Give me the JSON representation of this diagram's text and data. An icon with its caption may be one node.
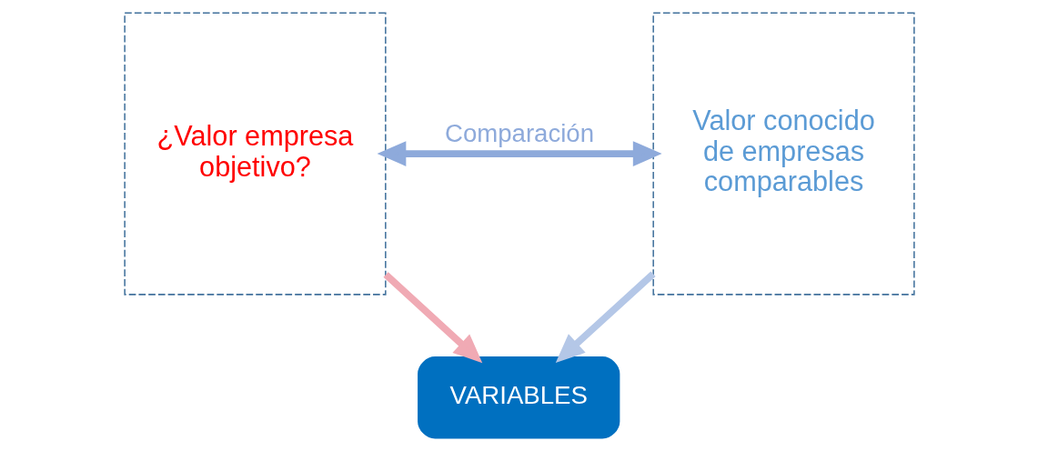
{
  "diagram": {
    "nodes": [
      {
        "text": [
          "¿Valor empresa objetivo?"
        ]
      },
      {
        "text": [
          "Valor conocido de empresas comparables"
        ]
      },
      {
        "text": [
          "VARIABLES"
        ]
      }
    ],
    "edges": [
      {
        "from": 0,
        "to": 1,
        "arrow": "both",
        "label": "Comparación",
        "color": "#8eaadb"
      },
      {
        "from": 0,
        "to": 2,
        "arrow": "to",
        "color": "#f0aab4"
      },
      {
        "from": 1,
        "to": 2,
        "arrow": "to",
        "color": "#b4c7e7"
      }
    ]
  }
}
